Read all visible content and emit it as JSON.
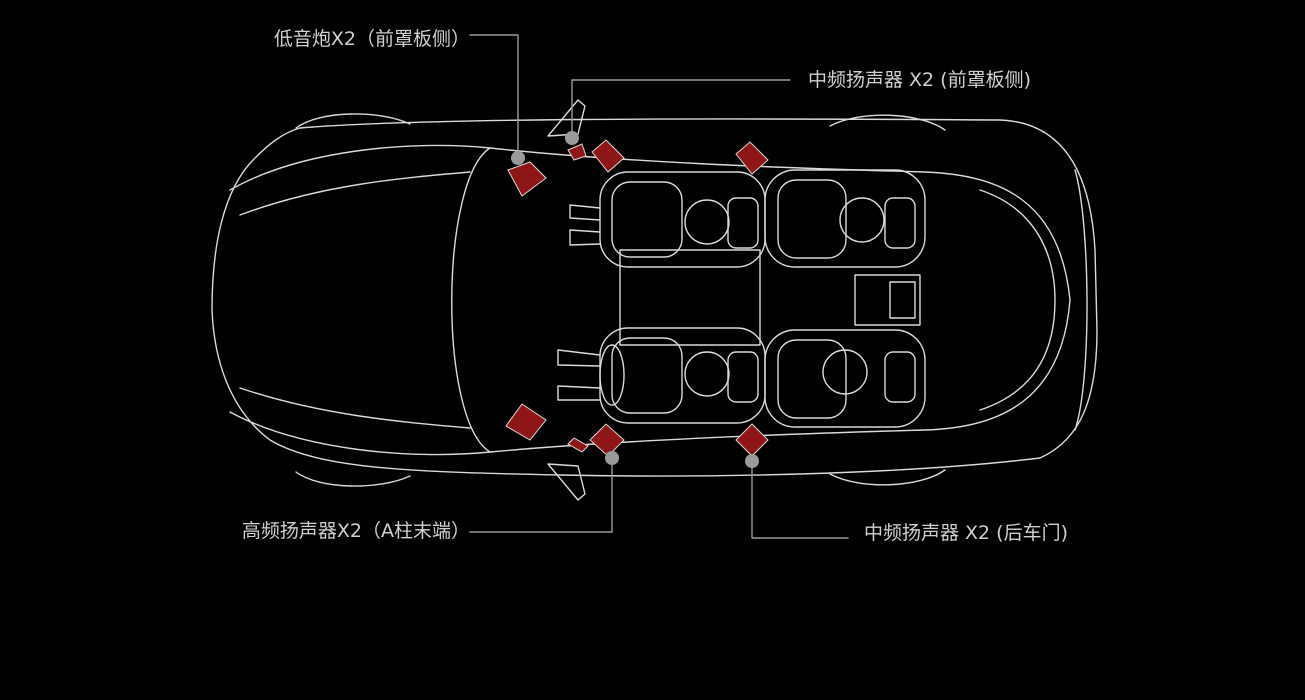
{
  "labels": {
    "subwoofer": "低音炮X2（前罩板侧）",
    "mid_front": "中频扬声器 X2 (前罩板侧)",
    "tweeter": "高频扬声器X2（A柱末端）",
    "mid_rear": "中频扬声器 X2 (后车门)"
  },
  "colors": {
    "background": "#000000",
    "outline": "#d9d9d9",
    "speaker": "#8e1616",
    "marker": "#9a9a9a",
    "label_text": "#cfcfcf"
  }
}
